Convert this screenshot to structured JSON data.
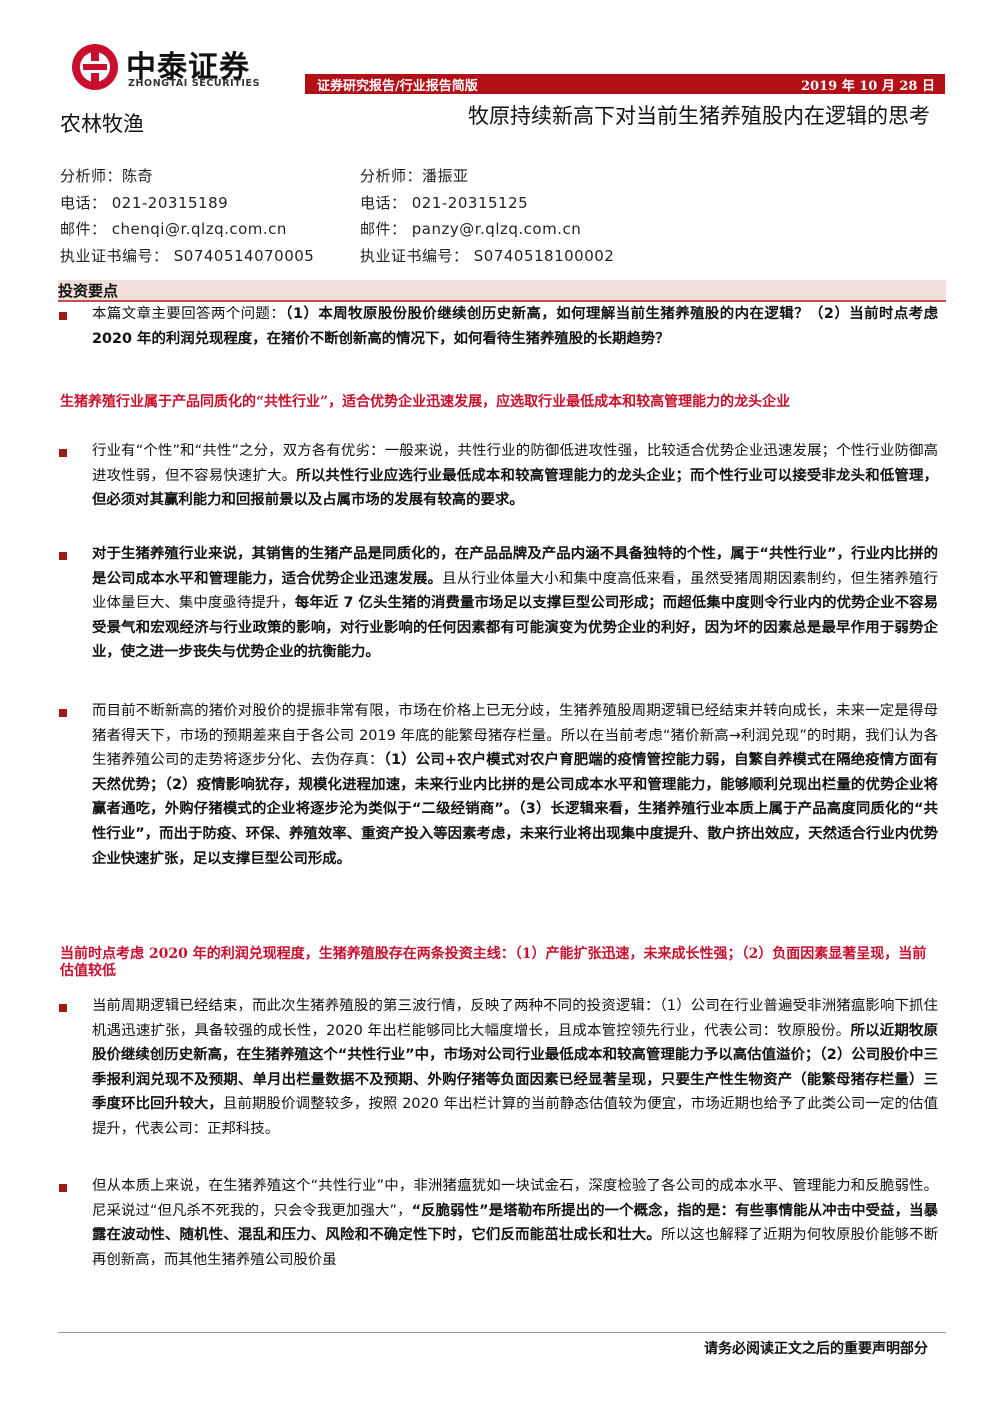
{
  "header": {
    "logo_cn": "中泰证券",
    "logo_en": "ZHONGTAI SECURITIES",
    "bar_left": "证券研究报告/行业报告简版",
    "bar_right": "2019 年 10 月 28 日",
    "sector": "农林牧渔",
    "title": "牧原持续新高下对当前生猪养殖股内在逻辑的思考"
  },
  "analysts": [
    {
      "name": "分析师：陈奇",
      "phone": "电话：   021-20315189",
      "email": "邮件：   chenqi@r.qlzq.com.cn",
      "cert": "执业证书编号：   S0740514070005"
    },
    {
      "name": "分析师：潘振亚",
      "phone": "电话：   021-20315125",
      "email": "邮件：   panzy@r.qlzq.com.cn",
      "cert": "执业证书编号：   S0740518100002"
    }
  ],
  "section": {
    "title": "投资要点"
  },
  "paragraphs": {
    "p1": [
      {
        "t": "本篇文章主要回答两个问题：",
        "b": false
      },
      {
        "t": "（1）本周牧原股份股价继续创历史新高，如何理解当前生猪养殖股的内在逻辑？（2）当前时点考虑 2020 年的利润兑现程度，在猪价不断创新高的情况下，如何看待生猪养殖股的长期趋势？",
        "b": true
      }
    ],
    "h1": "生猪养殖行业属于产品同质化的“共性行业”，适合优势企业迅速发展，应选取行业最低成本和较高管理能力的龙头企业",
    "p2": [
      {
        "t": "行业有“个性”和“共性”之分，双方各有优劣：一般来说，共性行业的防御低进攻性强，比较适合优势企业迅速发展；个性行业防御高进攻性弱，但不容易快速扩大。",
        "b": false
      },
      {
        "t": "所以共性行业应选行业最低成本和较高管理能力的龙头企业；而个性行业可以接受非龙头和低管理，但必须对其赢利能力和回报前景以及占属市场的发展有较高的要求。",
        "b": true
      }
    ],
    "p3": [
      {
        "t": "对于生猪养殖行业来说，其销售的生猪产品是同质化的，在产品品牌及产品内涵不具备独特的个性，属于“共性行业”，行业内比拼的是公司成本水平和管理能力，适合优势企业迅速发展。",
        "b": true
      },
      {
        "t": "且从行业体量大小和集中度高低来看，虽然受猪周期因素制约，但生猪养殖行业体量巨大、集中度亟待提升，",
        "b": false
      },
      {
        "t": "每年近 7 亿头生猪的消费量市场足以支撑巨型公司形成；而超低集中度则令行业内的优势企业不容易受景气和宏观经济与行业政策的影响，对行业影响的任何因素都有可能演变为优势企业的利好，因为坏的因素总是最早作用于弱势企业，使之进一步丧失与优势企业的抗衡能力。",
        "b": true
      }
    ],
    "p4": [
      {
        "t": "而目前不断新高的猪价对股价的提振非常有限，市场在价格上已无分歧，生猪养殖股周期逻辑已经结束并转向成长，未来一定是得母猪者得天下，市场的预期差来自于各公司 2019 年底的能繁母猪存栏量。所以在当前考虑“猪价新高→利润兑现”的时期，我们认为各生猪养殖公司的走势将逐步分化、去伪存真：",
        "b": false
      },
      {
        "t": "（1）公司+农户模式对农户育肥端的疫情管控能力弱，自繁自养模式在隔绝疫情方面有天然优势；（2）疫情影响犹存，规模化进程加速，未来行业内比拼的是公司成本水平和管理能力，能够顺利兑现出栏量的优势企业将赢者通吃，外购仔猪模式的企业将逐步沦为类似于“二级经销商”。（3）长逻辑来看，生猪养殖行业本质上属于产品高度同质化的“共性行业”，而出于防疫、环保、养殖效率、重资产投入等因素考虑，未来行业将出现集中度提升、散户挤出效应，天然适合行业内优势企业快速扩张，足以支撑巨型公司形成。",
        "b": true
      }
    ],
    "h2": "当前时点考虑 2020 年的利润兑现程度，生猪养殖股存在两条投资主线：（1）产能扩张迅速，未来成长性强；（2）负面因素显著呈现，当前估值较低",
    "p5": [
      {
        "t": "当前周期逻辑已经结束，而此次生猪养殖股的第三波行情，反映了两种不同的投资逻辑：（1）公司在行业普遍受非洲猪瘟影响下抓住机遇迅速扩张，具备较强的成长性，2020 年出栏能够同比大幅度增长，且成本管控领先行业，代表公司：牧原股份。",
        "b": false
      },
      {
        "t": "所以近期牧原股价继续创历史新高，在生猪养殖这个“共性行业”中，市场对公司行业最低成本和较高管理能力予以高估值溢价；",
        "b": true
      },
      {
        "t": "（2）公司股价中三季报利润兑现不及预期、单月出栏量数据不及预期、外购仔猪等负面因素已经显著呈现，只要生产性生物资产（能繁母猪存栏量）三季度环比回升较大，",
        "b": true
      },
      {
        "t": "且前期股价调整较多，按照 2020 年出栏计算的当前静态估值较为便宜，市场近期也给予了此类公司一定的估值提升，代表公司：正邦科技。",
        "b": false
      }
    ],
    "p6": [
      {
        "t": "但从本质上来说，在生猪养殖这个“共性行业”中，非洲猪瘟犹如一块试金石，深度检验了各公司的成本水平、管理能力和反脆弱性。尼采说过“但凡杀不死我的，只会令我更加强大”，",
        "b": false
      },
      {
        "t": "“反脆弱性”是塔勒布所提出的一个概念，指的是：有些事情能从冲击中受益，当暴露在波动性、随机性、混乱和压力、风险和不确定性下时，它们反而能茁壮成长和壮大。",
        "b": true
      },
      {
        "t": "所以这也解释了近期为何牧原股价能够不断再创新高，而其他生猪养殖公司股价虽",
        "b": false
      }
    ]
  },
  "footer": "请务必阅读正文之后的重要声明部分",
  "colors": {
    "brand_red": "#b30f16",
    "heading_red": "#c8102e",
    "section_bg": "#f3ddd9"
  }
}
